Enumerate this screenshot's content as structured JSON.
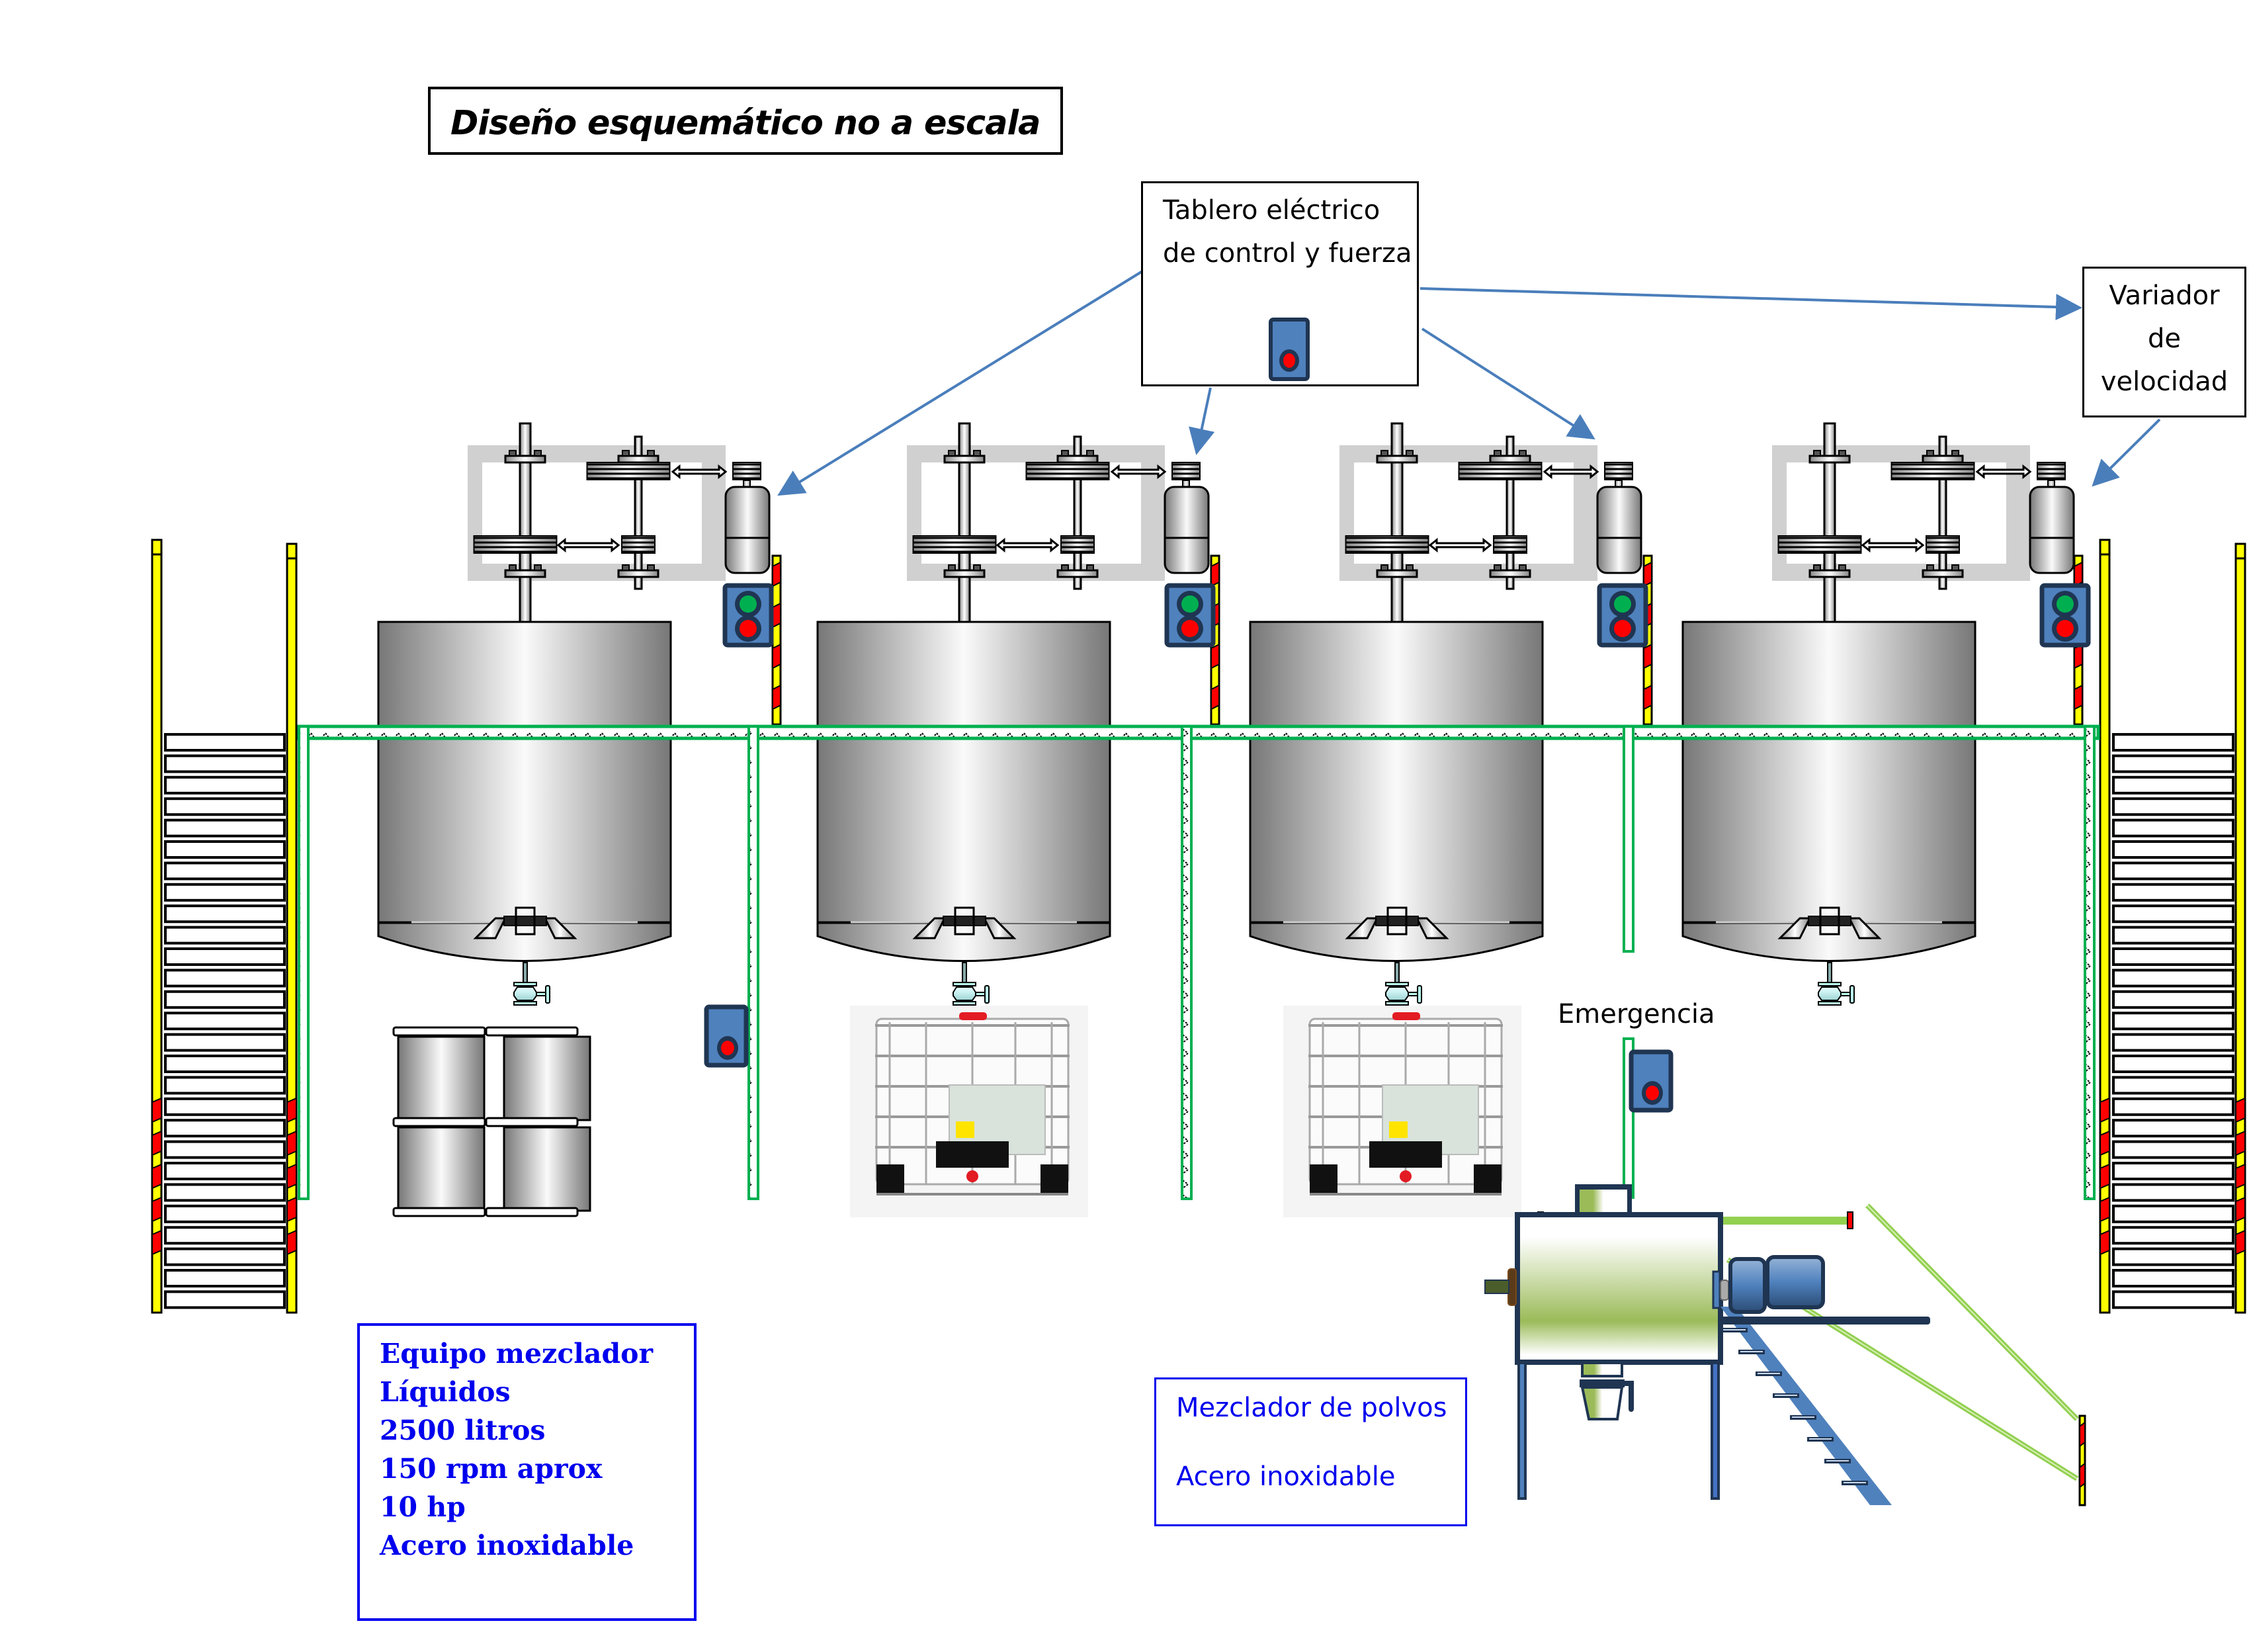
{
  "title": "Diseño esquemático no a escala",
  "control_panel": {
    "lines": [
      "Tablero eléctrico",
      "de control y fuerza"
    ]
  },
  "speed_variator": {
    "lines": [
      "Variador",
      "de",
      "velocidad"
    ]
  },
  "emergency": {
    "label": "Emergencia"
  },
  "liquid_mixer_spec": {
    "lines": [
      "Equipo mezclador",
      "Líquidos",
      "2500 litros",
      "150 rpm aprox",
      "10 hp",
      "Acero inoxidable"
    ]
  },
  "powder_mixer_spec": {
    "lines": [
      "Mezclador de polvos",
      "Acero inoxidable"
    ]
  },
  "tanks": [
    {
      "id": 1,
      "container": "drums"
    },
    {
      "id": 2,
      "container": "ibc-tote"
    },
    {
      "id": 3,
      "container": "ibc-tote"
    },
    {
      "id": 4,
      "container": "none"
    }
  ],
  "colors": {
    "arrow": "#4a7ebb",
    "walkway": "#00b050",
    "stair_rail": "#ffff00",
    "hazard_red": "#ff0000",
    "panel_fill": "#4f81bd",
    "panel_border": "#1f3552",
    "indicator_green": "#00b050",
    "indicator_red": "#ff0000",
    "spec_text": "#0000ee",
    "powder_body": "#9bbb59",
    "powder_frame": "#1f3552"
  }
}
